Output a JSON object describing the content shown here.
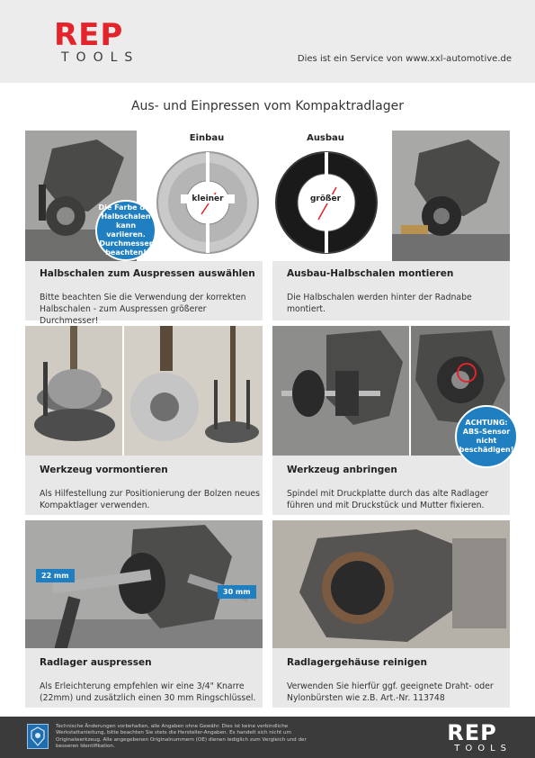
{
  "header": {
    "logo_main": "REP",
    "logo_sub": "TOOLS",
    "service": "Dies ist ein Service von www.xxl-automotive.de"
  },
  "title": "Aus- und Einpressen vom Kompaktradlager",
  "rings": {
    "einbau": "Einbau",
    "ausbau": "Ausbau",
    "kleiner": "kleiner",
    "groesser": "größer"
  },
  "bubbles": {
    "farbe": "Die Farbe der Halbschalen kann variieren. Durchmesser beachten!",
    "achtung": "ACHTUNG: ABS-Sensor nicht beschädigen!"
  },
  "tags": {
    "mm22": "22 mm",
    "mm30": "30 mm"
  },
  "steps": [
    {
      "title": "Halbschalen zum Auspressen auswählen",
      "text": "Bitte beachten Sie die Verwendung der korrekten Halbschalen - zum Auspressen größerer Durchmesser!"
    },
    {
      "title": "Ausbau-Halbschalen montieren",
      "text": "Die Halbschalen werden hinter der Radnabe montiert."
    },
    {
      "title": "Werkzeug vormontieren",
      "text": "Als Hilfestellung zur Positionierung der Bolzen neues Kompaktlager verwenden."
    },
    {
      "title": "Werkzeug anbringen",
      "text": "Spindel mit Druckplatte durch das alte Radlager führen und mit Druckstück und Mutter fixieren."
    },
    {
      "title": "Radlager auspressen",
      "text": "Als Erleichterung empfehlen wir eine 3/4\" Knarre (22mm) und zusätzlich einen 30 mm Ringschlüssel."
    },
    {
      "title": "Radlagergehäuse reinigen",
      "text": "Verwenden Sie hierfür ggf. geeignete Draht- oder Nylonbürsten wie z.B. Art.-Nr. 113748"
    }
  ],
  "footer": {
    "note": "Technische Änderungen vorbehalten, alle Angaben ohne Gewähr. Dies ist keine verbindliche Werkstattanleitung, bitte beachten Sie stets die Hersteller-Angaben. Es handelt sich nicht um Originalwerkzeug. Alle angegebenen Originalnummern (OE) dienen lediglich zum Vergleich und der besseren Identifikation.",
    "logo_main": "REP",
    "logo_sub": "TOOLS"
  },
  "colors": {
    "brand_red": "#e3242b",
    "accent_blue": "#1f7fc1",
    "panel_grey": "#e8e8e8",
    "footer_dark": "#3b3b3b"
  }
}
